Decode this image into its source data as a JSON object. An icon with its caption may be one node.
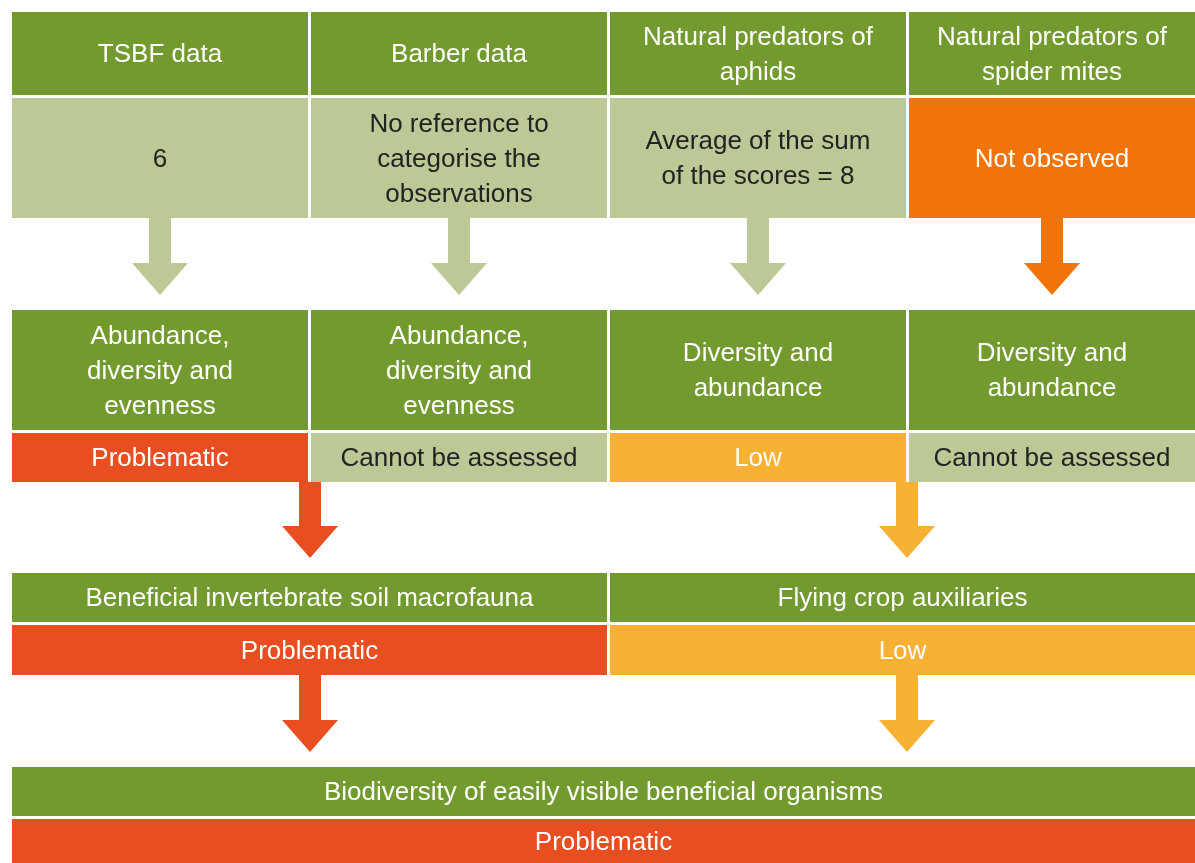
{
  "diagram": {
    "nodes": [
      {
        "text": [
          "TSBF data"
        ]
      },
      {
        "text": [
          "Barber data"
        ]
      },
      {
        "text": [
          "Natural predators of aphids"
        ]
      },
      {
        "text": [
          "Natural predators of spider mites"
        ]
      },
      {
        "text": [
          "6"
        ]
      },
      {
        "text": [
          "No reference to categorise the observations"
        ]
      },
      {
        "text": [
          "Average of the sum of the scores = 8"
        ]
      },
      {
        "text": [
          "Not observed"
        ]
      },
      {
        "text": [
          "Abundance, diversity and evenness"
        ]
      },
      {
        "text": [
          "Abundance, diversity and evenness"
        ]
      },
      {
        "text": [
          "Diversity and abundance"
        ]
      },
      {
        "text": [
          "Diversity and abundance"
        ]
      },
      {
        "text": [
          "Problematic"
        ]
      },
      {
        "text": [
          "Cannot be assessed"
        ]
      },
      {
        "text": [
          "Low"
        ]
      },
      {
        "text": [
          "Cannot be assessed"
        ]
      },
      {
        "text": [
          "Beneficial invertebrate soil macrofauna"
        ]
      },
      {
        "text": [
          "Flying crop auxiliaries"
        ]
      },
      {
        "text": [
          "Problematic"
        ]
      },
      {
        "text": [
          "Low"
        ]
      },
      {
        "text": [
          "Biodiversity of easily visible beneficial organisms"
        ]
      },
      {
        "text": [
          "Problematic"
        ]
      }
    ],
    "edges": [
      {
        "from": 4,
        "to": 8,
        "arrow": "to"
      },
      {
        "from": 5,
        "to": 9,
        "arrow": "to"
      },
      {
        "from": 6,
        "to": 10,
        "arrow": "to"
      },
      {
        "from": 7,
        "to": 11,
        "arrow": "to",
        "color": "#f07408"
      },
      {
        "from": 12,
        "to": 16,
        "arrow": "to",
        "color": "#e84e1f"
      },
      {
        "from": 14,
        "to": 17,
        "arrow": "to",
        "color": "#f8b133"
      },
      {
        "from": 18,
        "to": 20,
        "arrow": "to",
        "color": "#e84e1f"
      },
      {
        "from": 19,
        "to": 20,
        "arrow": "to",
        "color": "#f8b133"
      }
    ]
  }
}
